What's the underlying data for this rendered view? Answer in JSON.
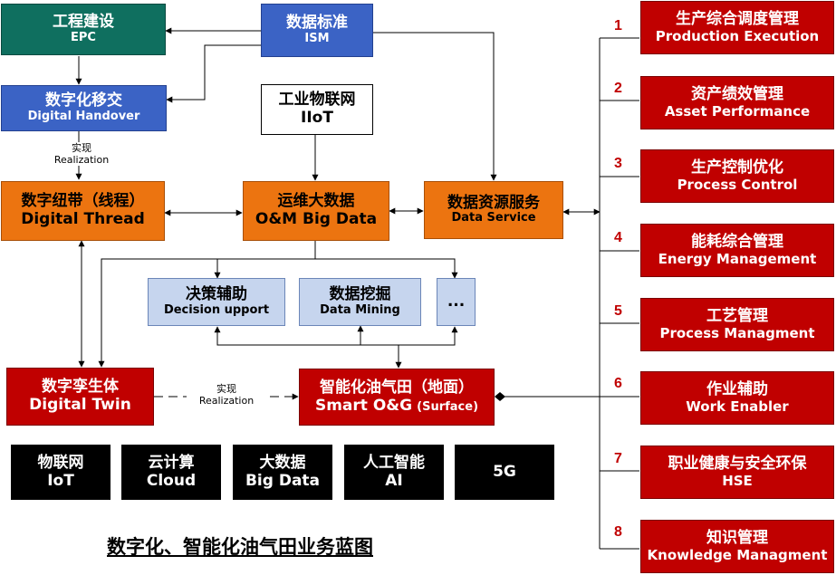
{
  "boxes": {
    "epc": {
      "zh": "工程建设",
      "en": "EPC"
    },
    "ism": {
      "zh": "数据标准",
      "en": "ISM"
    },
    "handover": {
      "zh": "数字化移交",
      "en": "Digital Handover"
    },
    "iiot": {
      "zh": "工业物联网",
      "en": "IIoT"
    },
    "thread": {
      "zh": "数字纽带（线程）",
      "en": "Digital Thread"
    },
    "omdata": {
      "zh": "运维大数据",
      "en": "O&M Big Data"
    },
    "dataservice": {
      "zh": "数据资源服务",
      "en": "Data Service"
    },
    "decision": {
      "zh": "决策辅助",
      "en": "Decision upport"
    },
    "mining": {
      "zh": "数据挖掘",
      "en": "Data Mining"
    },
    "more": {
      "text": "..."
    },
    "twin": {
      "zh": "数字孪生体",
      "en": "Digital Twin"
    },
    "smartog": {
      "zh": "智能化油气田（地面）",
      "en": "Smart O&G",
      "en_suffix": "(Surface)"
    }
  },
  "labels": {
    "realization1": {
      "zh": "实现",
      "en": "Realization"
    },
    "realization2": {
      "zh": "实现",
      "en": "Realization"
    }
  },
  "tech": [
    {
      "zh": "物联网",
      "en": "IoT"
    },
    {
      "zh": "云计算",
      "en": "Cloud"
    },
    {
      "zh": "大数据",
      "en": "Big Data"
    },
    {
      "zh": "人工智能",
      "en": "AI"
    },
    {
      "zh": "",
      "en": "5G"
    }
  ],
  "apps": [
    {
      "num": "1",
      "zh": "生产综合调度管理",
      "en": "Production Execution"
    },
    {
      "num": "2",
      "zh": "资产绩效管理",
      "en": "Asset Performance"
    },
    {
      "num": "3",
      "zh": "生产控制优化",
      "en": "Process Control"
    },
    {
      "num": "4",
      "zh": "能耗综合管理",
      "en": "Energy Management"
    },
    {
      "num": "5",
      "zh": "工艺管理",
      "en": "Process Managment"
    },
    {
      "num": "6",
      "zh": "作业辅助",
      "en": "Work Enabler"
    },
    {
      "num": "7",
      "zh": "职业健康与安全环保",
      "en": "HSE"
    },
    {
      "num": "8",
      "zh": "知识管理",
      "en": "Knowledge Managment"
    }
  ],
  "title": "数字化、智能化油气田业务蓝图",
  "colors": {
    "epc": "#0f6f5f",
    "ism": "#3b63c5",
    "orange": "#ec7410",
    "red": "#c00000",
    "lightblue": "#c6d5ee",
    "black": "#000000"
  }
}
